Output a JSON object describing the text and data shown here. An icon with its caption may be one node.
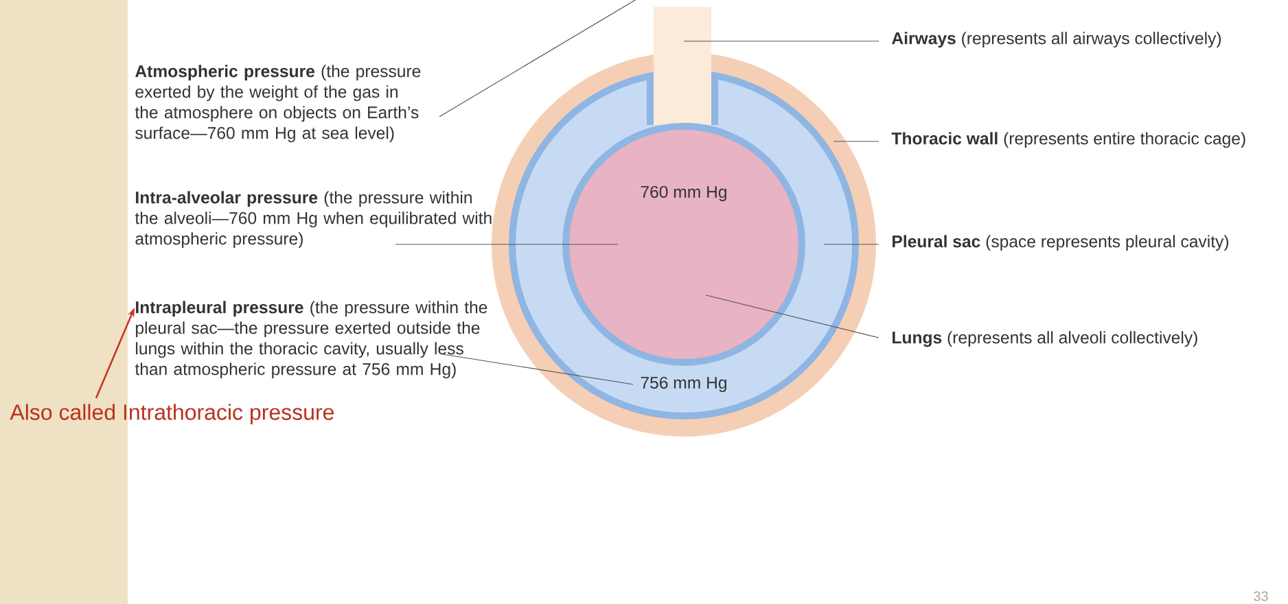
{
  "diagram": {
    "nodes": [
      {
        "text": [
          "**Atmospheric pressure** (the pressure exerted by the weight of the gas in the atmosphere on objects on Earth’s surface—760 mm Hg at sea level)"
        ]
      },
      {
        "text": [],
        "shape": "box"
      },
      {
        "text": [
          "**Airways** (represents all airways collectively)"
        ]
      },
      {
        "text": [],
        "shape": "circle"
      },
      {
        "text": [
          "**Thoracic wall** (represents entire thoracic cage)"
        ]
      },
      {
        "text": [],
        "shape": "circle",
        "in": 3
      },
      {
        "text": [
          "760 mm Hg"
        ],
        "in": 5
      },
      {
        "text": [
          "**Intra-alveolar pressure** (the pressure within the alveoli—760 mm Hg when equilibrated with atmospheric pressure)"
        ]
      },
      {
        "text": [
          "**Pleural sac** (space represents pleural cavity)"
        ]
      },
      {
        "text": [
          "**Lungs** (represents all alveoli collectively)"
        ]
      },
      {
        "text": [
          "**Intrapleural pressure** (the pressure within the pleural sac—the pressure exerted outside the lungs within the thoracic cavity, usually less than atmospheric pressure at 756 mm Hg)"
        ]
      },
      {
        "text": [
          "756 mm Hg"
        ],
        "in": 5
      },
      {
        "text": [
          "Also called Intrathoracic pressure"
        ]
      }
    ],
    "edges": [
      {
        "from": 0,
        "to": null,
        "arrow": "none"
      },
      {
        "from": 2,
        "to": 1,
        "arrow": "none"
      },
      {
        "from": 4,
        "to": 3,
        "arrow": "none"
      },
      {
        "from": 8,
        "to": 5,
        "arrow": "none"
      },
      {
        "from": 9,
        "to": 6,
        "arrow": "none"
      },
      {
        "from": 7,
        "to": 6,
        "arrow": "none"
      },
      {
        "from": 10,
        "to": 11,
        "arrow": "none"
      },
      {
        "from": 12,
        "to": 10,
        "arrow": "to",
        "color": "#c8341f"
      }
    ],
    "labels": [
      "33"
    ]
  }
}
